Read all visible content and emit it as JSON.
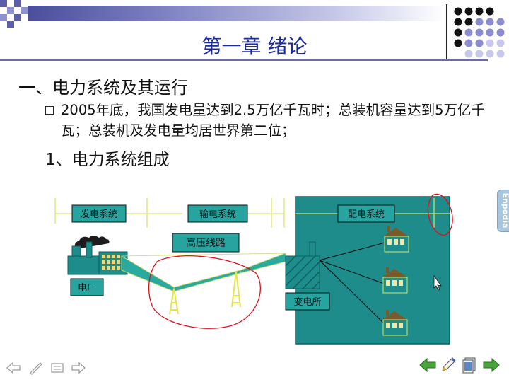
{
  "slide": {
    "title": "第一章   绪论",
    "heading1": "一、电力系统及其运行",
    "bullet": "2005年底，我国发电量达到2.5万亿千瓦时；总装机容量达到5万亿千瓦；总装机及发电量均居世界第二位；",
    "heading2": "1、电力系统组成"
  },
  "diagram": {
    "label_gen_system": "发电系统",
    "label_trans_system": "输电系统",
    "label_dist_system": "配电系统",
    "label_hv_line": "高压线路",
    "label_plant": "电厂",
    "label_substation": "变电所"
  },
  "side_tab": {
    "label": "Enpodia"
  },
  "colors": {
    "title": "#1a2aa0",
    "panel": "#1e8c8a",
    "label_bg": "#28a4a0",
    "guide_line": "#d8e65a",
    "annotation": "#e0101a"
  },
  "icons": {
    "nav_left": [
      "arrow-left-icon",
      "pen-icon",
      "menu-icon",
      "arrow-right-icon"
    ],
    "nav_right": [
      "green-arrow-left-icon",
      "highlighter-icon",
      "pages-icon",
      "green-arrow-right-icon"
    ]
  }
}
